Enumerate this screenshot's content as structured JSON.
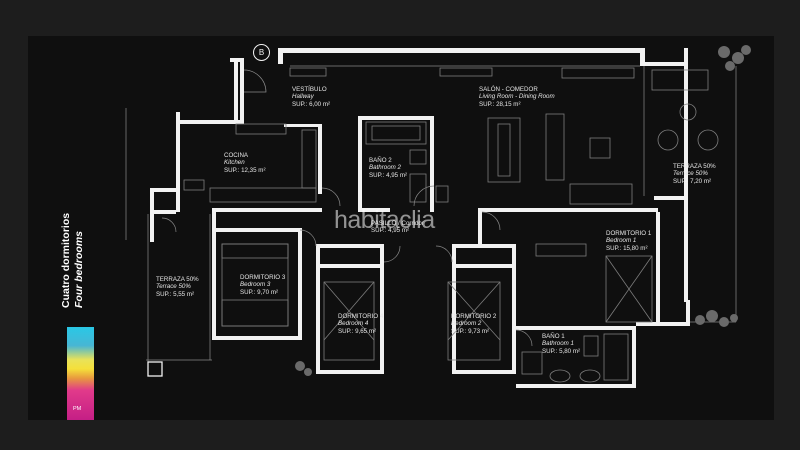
{
  "title": {
    "spanish": "Cuatro dormitorios",
    "english": "Four bedrooms"
  },
  "watermark": "habitaclia",
  "logo": "PM",
  "north_marker": "B",
  "rooms": [
    {
      "id": "vestibulo",
      "name": "VESTÍBULO",
      "en": "Hallway",
      "area": "SUP.: 6,00 m²"
    },
    {
      "id": "salon",
      "name": "SALÓN - COMEDOR",
      "en": "Living Room - Dining Room",
      "area": "SUP.: 28,15 m²"
    },
    {
      "id": "cocina",
      "name": "COCINA",
      "en": "Kitchen",
      "area": "SUP.: 12,35 m²"
    },
    {
      "id": "bano2",
      "name": "BAÑO 2",
      "en": "Bathroom 2",
      "area": "SUP.: 4,95 m²"
    },
    {
      "id": "terraza-right",
      "name": "TERRAZA 50%",
      "en": "Terrace 50%",
      "area": "SUP.: 7,20 m²"
    },
    {
      "id": "pasillo",
      "name": "PASILLO / Corridor",
      "en": "",
      "area": "SUP.: 4,95 m²"
    },
    {
      "id": "dormitorio1",
      "name": "DORMITORIO 1",
      "en": "Bedroom 1",
      "area": "SUP.: 15,80 m²"
    },
    {
      "id": "terraza-left",
      "name": "TERRAZA 50%",
      "en": "Terrace 50%",
      "area": "SUP.: 5,55 m²"
    },
    {
      "id": "dormitorio3",
      "name": "DORMITORIO 3",
      "en": "Bedroom 3",
      "area": "SUP.: 9,70 m²"
    },
    {
      "id": "dormitorio4",
      "name": "DORMITORIO 4",
      "en": "Bedroom 4",
      "area": "SUP.: 9,65 m²"
    },
    {
      "id": "dormitorio2",
      "name": "DORMITORIO 2",
      "en": "Bedroom 2",
      "area": "SUP.: 9,73 m²"
    },
    {
      "id": "bano1",
      "name": "BAÑO 1",
      "en": "Bathroom 1",
      "area": "SUP.: 5,80 m²"
    }
  ],
  "colors": {
    "background": "#1d1d1d",
    "sheet": "#0f0f0f",
    "walls": "#f2f2f2",
    "furniture": "#7d7d7d"
  }
}
